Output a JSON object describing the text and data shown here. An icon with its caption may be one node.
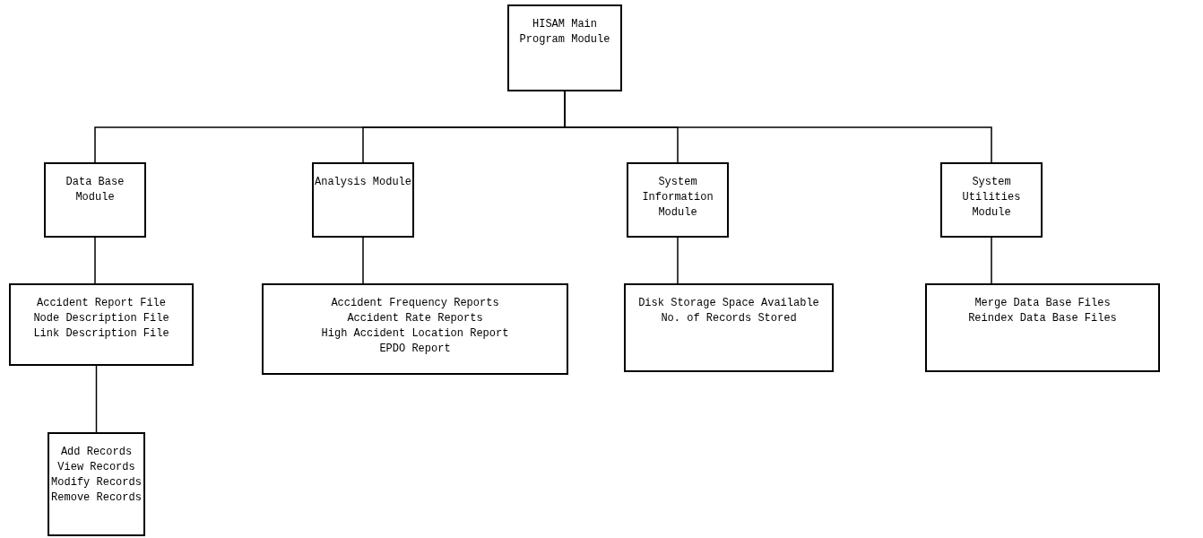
{
  "diagram": {
    "nodes": [
      {
        "text": [
          "HISAM Main Program Module"
        ]
      },
      {
        "text": [
          "Data Base Module"
        ]
      },
      {
        "text": [
          "Analysis Module"
        ]
      },
      {
        "text": [
          "System Information Module"
        ]
      },
      {
        "text": [
          "System Utilities Module"
        ]
      },
      {
        "text": [
          "Accident Report File",
          "Node Description File",
          "Link Description File"
        ]
      },
      {
        "text": [
          "Accident Frequency Reports",
          "Accident Rate Reports",
          "High Accident Location Report",
          "EPDO Report"
        ]
      },
      {
        "text": [
          "Disk Storage Space Available",
          "No. of Records Stored"
        ]
      },
      {
        "text": [
          "Merge Data Base Files",
          "Reindex Data Base Files"
        ]
      },
      {
        "text": [
          "Add Records",
          "View Records",
          "Modify Records",
          "Remove Records"
        ]
      }
    ],
    "edges": [
      {
        "from": 0,
        "to": 1,
        "arrow": "none"
      },
      {
        "from": 0,
        "to": 2,
        "arrow": "none"
      },
      {
        "from": 0,
        "to": 3,
        "arrow": "none"
      },
      {
        "from": 0,
        "to": 4,
        "arrow": "none"
      },
      {
        "from": 1,
        "to": 5,
        "arrow": "none"
      },
      {
        "from": 2,
        "to": 6,
        "arrow": "none"
      },
      {
        "from": 3,
        "to": 7,
        "arrow": "none"
      },
      {
        "from": 4,
        "to": 8,
        "arrow": "none"
      },
      {
        "from": 5,
        "to": 9,
        "arrow": "none"
      }
    ]
  }
}
